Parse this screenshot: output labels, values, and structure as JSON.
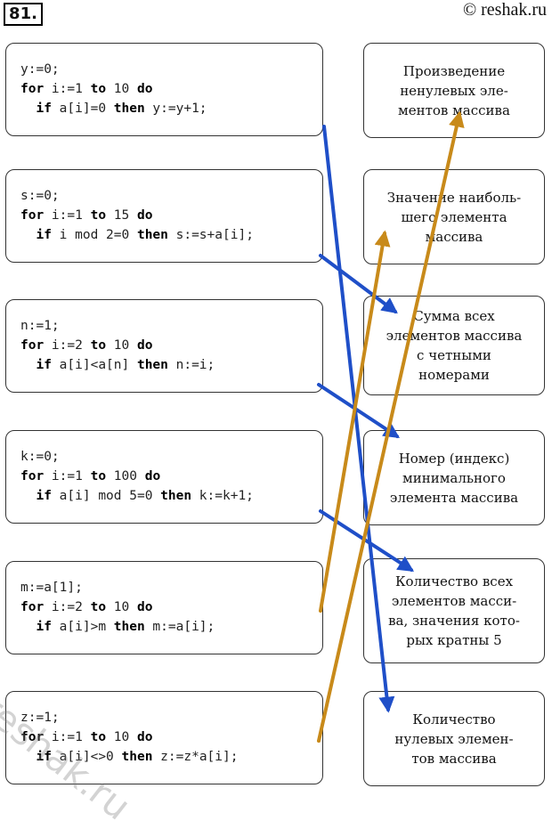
{
  "task_number": "81.",
  "watermark_top": "© reshak.ru",
  "watermark_side": "reshak.ru",
  "colors": {
    "blue_arrow": "#1f4fc8",
    "gold_arrow": "#c88a1a"
  },
  "code_blocks": [
    {
      "lines": [
        [
          [
            "t",
            "y:=0;"
          ]
        ],
        [
          [
            "k",
            "for"
          ],
          [
            "t",
            " i:=1 "
          ],
          [
            "k",
            "to"
          ],
          [
            "t",
            " 10 "
          ],
          [
            "k",
            "do"
          ]
        ],
        [
          [
            "t",
            "  "
          ],
          [
            "k",
            "if"
          ],
          [
            "t",
            " a[i]=0 "
          ],
          [
            "k",
            "then"
          ],
          [
            "t",
            " y:=y+1;"
          ]
        ]
      ]
    },
    {
      "lines": [
        [
          [
            "t",
            "s:=0;"
          ]
        ],
        [
          [
            "k",
            "for"
          ],
          [
            "t",
            " i:=1 "
          ],
          [
            "k",
            "to"
          ],
          [
            "t",
            " 15 "
          ],
          [
            "k",
            "do"
          ]
        ],
        [
          [
            "t",
            "  "
          ],
          [
            "k",
            "if"
          ],
          [
            "t",
            " i mod 2=0 "
          ],
          [
            "k",
            "then"
          ],
          [
            "t",
            " s:=s+a[i];"
          ]
        ]
      ]
    },
    {
      "lines": [
        [
          [
            "t",
            "n:=1;"
          ]
        ],
        [
          [
            "k",
            "for"
          ],
          [
            "t",
            " i:=2 "
          ],
          [
            "k",
            "to"
          ],
          [
            "t",
            " 10 "
          ],
          [
            "k",
            "do"
          ]
        ],
        [
          [
            "t",
            "  "
          ],
          [
            "k",
            "if"
          ],
          [
            "t",
            " a[i]<a[n] "
          ],
          [
            "k",
            "then"
          ],
          [
            "t",
            " n:=i;"
          ]
        ]
      ]
    },
    {
      "lines": [
        [
          [
            "t",
            "k:=0;"
          ]
        ],
        [
          [
            "k",
            "for"
          ],
          [
            "t",
            " i:=1 "
          ],
          [
            "k",
            "to"
          ],
          [
            "t",
            " 100 "
          ],
          [
            "k",
            "do"
          ]
        ],
        [
          [
            "t",
            "  "
          ],
          [
            "k",
            "if"
          ],
          [
            "t",
            " a[i] mod 5=0 "
          ],
          [
            "k",
            "then"
          ],
          [
            "t",
            " k:=k+1;"
          ]
        ]
      ]
    },
    {
      "lines": [
        [
          [
            "t",
            "m:=a[1];"
          ]
        ],
        [
          [
            "k",
            "for"
          ],
          [
            "t",
            " i:=2 "
          ],
          [
            "k",
            "to"
          ],
          [
            "t",
            " 10 "
          ],
          [
            "k",
            "do"
          ]
        ],
        [
          [
            "t",
            "  "
          ],
          [
            "k",
            "if"
          ],
          [
            "t",
            " a[i]>m "
          ],
          [
            "k",
            "then"
          ],
          [
            "t",
            " m:=a[i];"
          ]
        ]
      ]
    },
    {
      "lines": [
        [
          [
            "t",
            "z:=1;"
          ]
        ],
        [
          [
            "k",
            "for"
          ],
          [
            "t",
            " i:=1 "
          ],
          [
            "k",
            "to"
          ],
          [
            "t",
            " 10 "
          ],
          [
            "k",
            "do"
          ]
        ],
        [
          [
            "t",
            "  "
          ],
          [
            "k",
            "if"
          ],
          [
            "t",
            " a[i]<>0 "
          ],
          [
            "k",
            "then"
          ],
          [
            "t",
            " z:=z*a[i];"
          ]
        ]
      ]
    }
  ],
  "descriptions": [
    [
      "Произведение",
      "ненулевых эле-",
      "ментов массива"
    ],
    [
      "Значение наиболь-",
      "шего элемента",
      "массива"
    ],
    [
      "Сумма всех",
      "элементов массива",
      "с четными",
      "номерами"
    ],
    [
      "Номер (индекс)",
      "минимального",
      "элемента массива"
    ],
    [
      "Количество всех",
      "элементов масси-",
      "ва, значения кото-",
      "рых кратны 5"
    ],
    [
      "Количество",
      "нулевых элемен-",
      "тов массива"
    ]
  ],
  "matches": [
    {
      "code": 0,
      "desc": 5,
      "color": "blue"
    },
    {
      "code": 1,
      "desc": 2,
      "color": "blue"
    },
    {
      "code": 2,
      "desc": 3,
      "color": "blue"
    },
    {
      "code": 3,
      "desc": 4,
      "color": "blue"
    },
    {
      "code": 4,
      "desc": 1,
      "color": "gold"
    },
    {
      "code": 5,
      "desc": 0,
      "color": "gold"
    }
  ]
}
